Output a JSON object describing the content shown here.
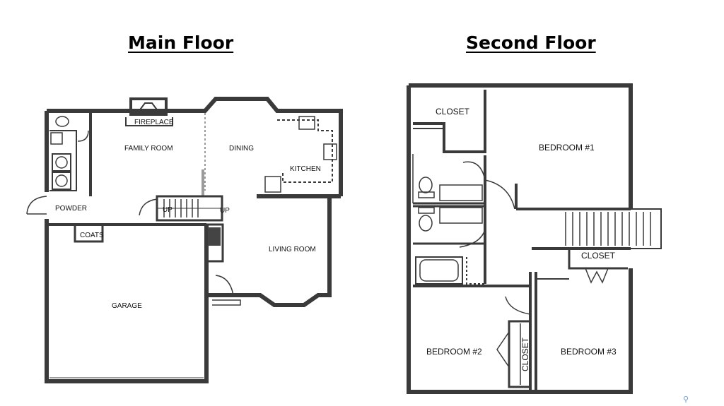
{
  "titles": {
    "main": "Main Floor",
    "second": "Second Floor"
  },
  "main_floor": {
    "fireplace": "FIREPLACE",
    "family_room": "FAMILY ROOM",
    "dining": "DINING",
    "kitchen": "KITCHEN",
    "powder": "POWDER",
    "coats": "COATS",
    "up_1": "UP",
    "up_2": "UP",
    "living_room": "LIVING ROOM",
    "garage": "GARAGE"
  },
  "second_floor": {
    "closet_top": "CLOSET",
    "bedroom1": "BEDROOM #1",
    "closet_right": "CLOSET",
    "bedroom2": "BEDROOM #2",
    "closet_vertical": "CLOSET",
    "bedroom3": "BEDROOM #3"
  },
  "colors": {
    "wall": "#3a3a3a",
    "line": "#555555",
    "text": "#111111",
    "pin": "#6a9ad0"
  },
  "icons": {
    "watermark": "map-pin-icon"
  }
}
